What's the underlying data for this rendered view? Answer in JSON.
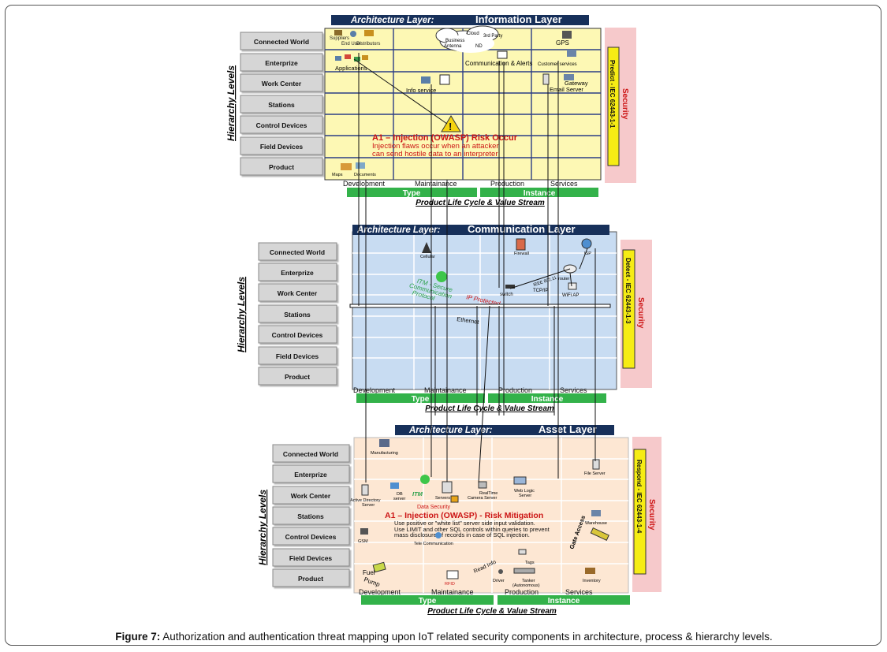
{
  "hierarchy_levels_title": "Hierarchy Levels",
  "hierarchy_rows": [
    "Connected World",
    "Enterprize",
    "Work Center",
    "Stations",
    "Control Devices",
    "Field Devices",
    "Product"
  ],
  "lifecycle_columns": [
    "Development",
    "Maintainance",
    "Production",
    "Services"
  ],
  "type_label": "Type",
  "instance_label": "Instance",
  "lifecycle_caption": "Product Life Cycle & Value Stream",
  "arch_prefix": "Architecture Layer:",
  "colors": {
    "info_bg": "#fdf8b4",
    "comm_bg": "#c8dcf2",
    "asset_bg": "#fde7d3",
    "security_band": "#f6c9cb",
    "green_bar": "#33b24a",
    "navy_header": "#17305a",
    "alert_red": "#cc1414"
  },
  "layers": [
    {
      "name": "Information Layer",
      "security": "Security",
      "standard": "Predict  -  IEC 62443-1-1",
      "callout_title": "A1 – Injection (OWASP) Risk Occur",
      "callout_lines": [
        "Injection flaws occur when  an attacker",
        "can send hostile data to an interpreter"
      ],
      "items": {
        "suppliers": "Suppliers",
        "end_user": "End User",
        "distributors": "Distributors",
        "cloud_1": "Cloud",
        "cloud_2": "3rd Party",
        "cloud_3": "Business",
        "cloud_4": "Antenna",
        "cloud_5": "ND",
        "gps": "GPS",
        "applications": "Applications",
        "comm_alerts": "Communication & Alerts",
        "customer_services": "Customer services",
        "info_service": "Info service",
        "gateway": "Gateway",
        "email_server": "Email Server",
        "maps": "Maps",
        "documents": "Documents"
      }
    },
    {
      "name": "Communication Layer",
      "security": "Security",
      "standard": "Detect  -  IEC 62443-1-3",
      "items": {
        "cellular": "Cellular",
        "firewall": "Firewall",
        "isp": "ISP",
        "itm_lines": [
          "ITM - Secure",
          "Communication",
          "Protocol"
        ],
        "ip_protected": "IP Protected",
        "ieee": "IEEE 802.11",
        "router": "router",
        "tcpip": "TCP/IP",
        "switch": "switch",
        "wifi_ap": "WiFi AP",
        "ethernet": "Ethernet"
      }
    },
    {
      "name": "Asset Layer",
      "security": "Security",
      "standard": "Respond  -  IEC 62443-1-4",
      "callout_title": "A1 – Injection (OWASP) - Risk Mitigation",
      "callout_lines": [
        "Use positive or \"white list\" server side input validation.",
        "Use LIMIT and other SQL controls within queries to prevent",
        "mass disclosure of records in case of SQL injection."
      ],
      "items": {
        "manufacturing": "Manufacturing",
        "file_server": "File Server",
        "active_directory": "Active Directory",
        "server": "Server",
        "db_server": "DB",
        "db_server2": "server",
        "itm": "ITM",
        "servers": "Servers",
        "data_security": "Data Security",
        "realtime": "RealTime",
        "camera_server": "Camera Server",
        "weblogic": "Web Logic",
        "weblogic2": "Server",
        "warehouse": "Warehouse",
        "gsm": "GSM",
        "telecom": "Tele Communication",
        "gate_access": "Gate Access",
        "tags": "Tags",
        "read_info": "Read Info",
        "rfid": "RFID",
        "driver": "Driver",
        "tanker": "Tanker",
        "tanker2": "(Autonomous)",
        "inventory": "Inventory",
        "fuel": "Fuel",
        "pump": "Pump"
      }
    }
  ],
  "caption_bold": "Figure 7:",
  "caption_text": " Authorization and authentication threat mapping upon IoT related security components in architecture, process & hierarchy levels."
}
